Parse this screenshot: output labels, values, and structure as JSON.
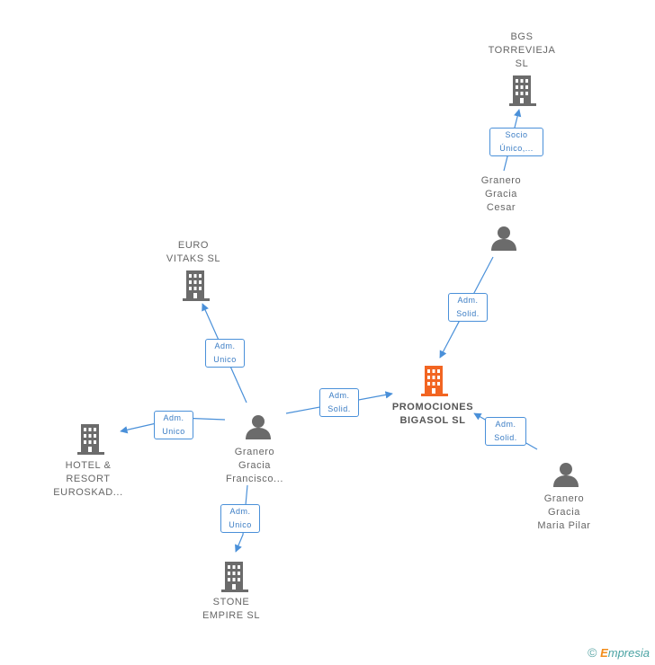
{
  "nodes": {
    "promociones": {
      "lines": [
        "PROMOCIONES",
        "BIGASOL SL"
      ],
      "type": "company",
      "highlight": true
    },
    "bgs": {
      "lines": [
        "BGS",
        "TORREVIEJA",
        "SL"
      ],
      "type": "company"
    },
    "euro_vitaks": {
      "lines": [
        "EURO",
        "VITAKS SL"
      ],
      "type": "company"
    },
    "hotel": {
      "lines": [
        "HOTEL &",
        "RESORT",
        "EUROSKAD..."
      ],
      "type": "company"
    },
    "stone": {
      "lines": [
        "STONE",
        "EMPIRE SL"
      ],
      "type": "company"
    },
    "cesar": {
      "lines": [
        "Granero",
        "Gracia",
        "Cesar"
      ],
      "type": "person"
    },
    "francisco": {
      "lines": [
        "Granero",
        "Gracia",
        "Francisco..."
      ],
      "type": "person"
    },
    "maria": {
      "lines": [
        "Granero",
        "Gracia",
        "Maria Pilar"
      ],
      "type": "person"
    }
  },
  "edges": {
    "cesar_bgs": [
      "Socio",
      "Único,..."
    ],
    "cesar_prom": [
      "Adm.",
      "Solid."
    ],
    "fran_prom": [
      "Adm.",
      "Solid."
    ],
    "maria_prom": [
      "Adm.",
      "Solid."
    ],
    "fran_euro": [
      "Adm.",
      "Unico"
    ],
    "fran_hotel": [
      "Adm.",
      "Unico"
    ],
    "fran_stone": [
      "Adm.",
      "Unico"
    ]
  },
  "colors": {
    "edge": "#4a90d9",
    "company_icon": "#6b6b6b",
    "highlight_icon": "#f26522",
    "person_icon": "#6b6b6b"
  },
  "icons": {
    "company": "building-icon",
    "person": "person-icon",
    "copyright": "copyright-icon"
  },
  "brand": {
    "copyright": "©",
    "first_letter": "E",
    "rest": "mpresia"
  }
}
